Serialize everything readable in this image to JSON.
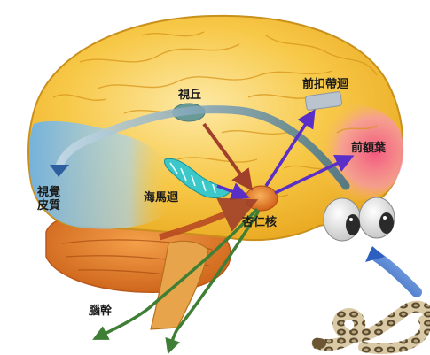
{
  "labels": {
    "thalamus": "視丘",
    "cingulate": "前扣帶迴",
    "frontal": "前額葉",
    "visual_cortex_line1": "視覺",
    "visual_cortex_line2": "皮質",
    "hippocampus": "海馬迴",
    "amygdala": "杏仁核",
    "brainstem": "腦幹"
  },
  "colors": {
    "cortex": "#f7c13a",
    "cerebellum": "#e77f2a",
    "visual_region": "#8fc4ea",
    "frontal_region": "#f06a8c",
    "amygdala": "#e6751e",
    "hippocampus": "#3cc7c9",
    "arrow_red": "#a0402a",
    "arrow_purple": "#5a2fc8",
    "arrow_teal": "#3c6f8a",
    "arrow_green": "#3f7f35",
    "arrow_light_blue": "#7aa3d8"
  }
}
